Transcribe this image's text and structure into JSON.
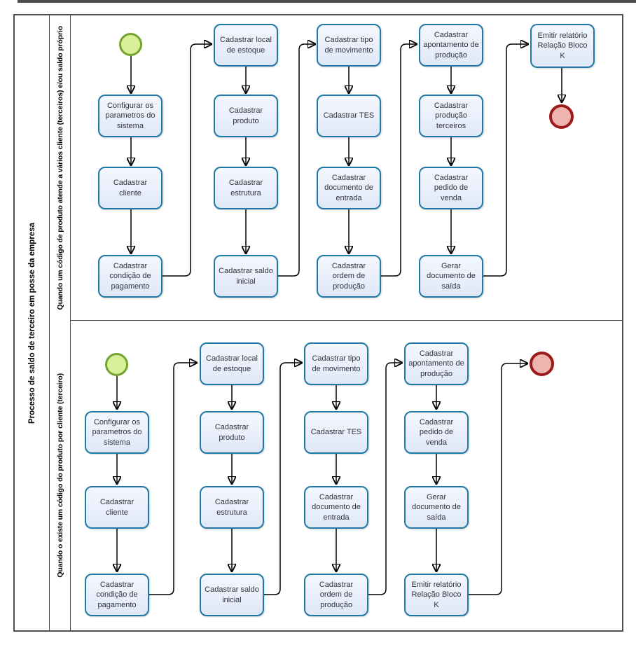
{
  "pool": {
    "title": "Processo de saldo de terceiro em posse da empresa",
    "lanes": [
      {
        "title": "Quando um código de produto atende a vários cliente (terceiros) e/ou saldo próprio",
        "tasks": [
          {
            "label": "Configurar os parametros do sistema"
          },
          {
            "label": "Cadastrar cliente"
          },
          {
            "label": "Cadastrar condição de pagamento"
          },
          {
            "label": "Cadastrar local de estoque"
          },
          {
            "label": "Cadastrar produto"
          },
          {
            "label": "Cadastrar estrutura"
          },
          {
            "label": "Cadastrar saldo inicial"
          },
          {
            "label": "Cadastrar tipo de movimento"
          },
          {
            "label": "Cadastrar TES"
          },
          {
            "label": "Cadastrar documento de entrada"
          },
          {
            "label": "Cadastrar ordem de produção"
          },
          {
            "label": "Cadastrar apontamento de produção"
          },
          {
            "label": "Cadastrar produção terceiros"
          },
          {
            "label": "Cadastrar pedido de venda"
          },
          {
            "label": "Gerar documento de saída"
          },
          {
            "label": "Emitir relatório Relação Bloco K"
          }
        ]
      },
      {
        "title": "Quando o existe um código do produto por cliente (terceiro)",
        "tasks": [
          {
            "label": "Configurar os parametros do sistema"
          },
          {
            "label": "Cadastrar cliente"
          },
          {
            "label": "Cadastrar condição de pagamento"
          },
          {
            "label": "Cadastrar local de estoque"
          },
          {
            "label": "Cadastrar produto"
          },
          {
            "label": "Cadastrar estrutura"
          },
          {
            "label": "Cadastrar saldo inicial"
          },
          {
            "label": "Cadastrar tipo de movimento"
          },
          {
            "label": "Cadastrar TES"
          },
          {
            "label": "Cadastrar documento de entrada"
          },
          {
            "label": "Cadastrar ordem de produção"
          },
          {
            "label": "Cadastrar apontamento de produção"
          },
          {
            "label": "Cadastrar pedido de venda"
          },
          {
            "label": "Gerar documento de saída"
          },
          {
            "label": "Emitir relatório Relação Bloco K"
          }
        ]
      }
    ]
  },
  "colors": {
    "task_fill": "#e9effb",
    "task_border": "#2078a8",
    "start_fill": "#d8f098",
    "start_border": "#73a42f",
    "end_fill": "#efb4b0",
    "end_border": "#9c1a1a",
    "frame": "#4f4f4f",
    "connector": "#000000"
  }
}
